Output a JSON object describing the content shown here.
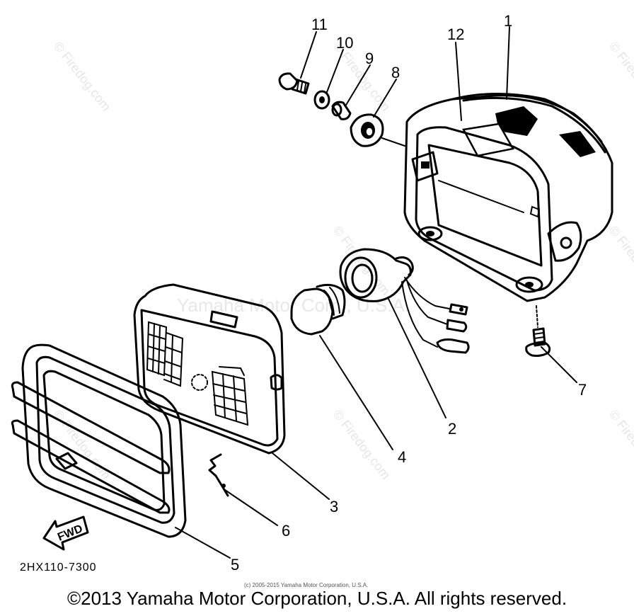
{
  "callouts": [
    "1",
    "2",
    "3",
    "4",
    "5",
    "6",
    "7",
    "8",
    "9",
    "10",
    "11",
    "12"
  ],
  "part_code": "2HX110-7300",
  "fwd_label": "FWD",
  "watermark_site": "© Firedog.com",
  "watermark_center": "Yamaha Motor Corp., U.S.A.",
  "small_copyright": "(c) 2005-2015 Yamaha Motor Corporation, U.S.A.",
  "copyright": "©2013 Yamaha Motor Corporation, U.S.A. All rights reserved."
}
